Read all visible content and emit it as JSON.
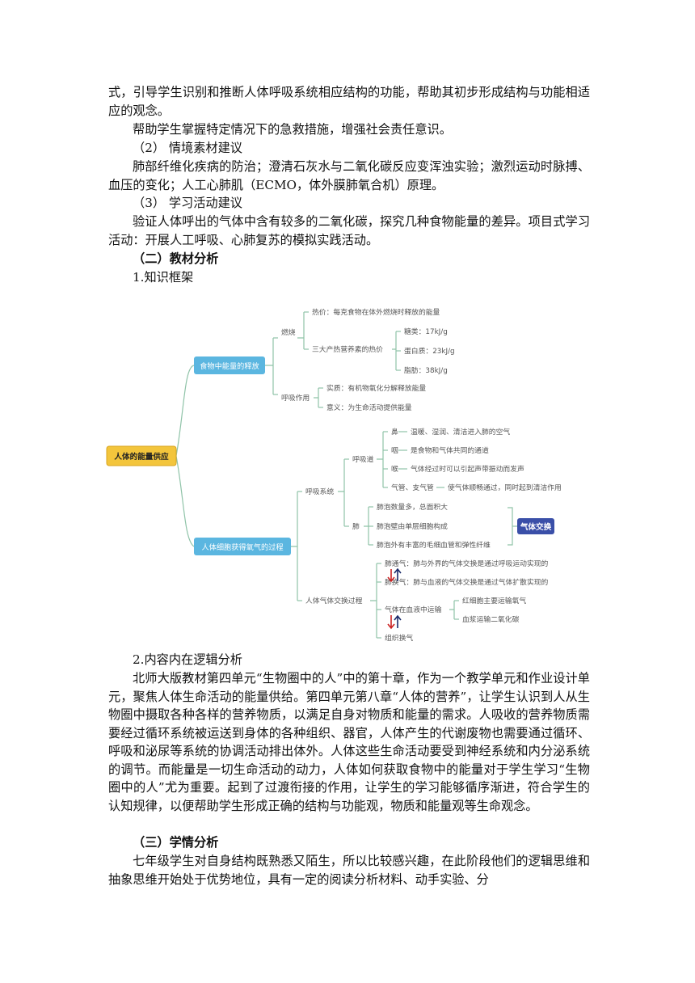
{
  "paragraphs_top": [
    "式，引导学生识别和推断人体呼吸系统相应结构的功能，帮助其初步形成结构与功能相适应的观念。",
    "帮助学生掌握特定情况下的急救措施，增强社会责任意识。",
    "（2） 情境素材建议",
    "肺部纤维化疾病的防治；澄清石灰水与二氧化碳反应变浑浊实验；激烈运动时脉搏、血压的变化；人工心肺肌（ECMO，体外膜肺氧合机）原理。",
    "（3） 学习活动建议",
    "验证人体呼出的气体中含有较多的二氧化碳，探究几种食物能量的差异。项目式学习活动：开展人工呼吸、心肺复苏的模拟实践活动。",
    "（二）教材分析",
    "1.知识框架"
  ],
  "mindmap": {
    "root": "人体的能量供应",
    "branch1": {
      "label": "食物中能量的释放",
      "burn": "燃烧",
      "heat_value": "热价：每克食物在体外燃烧时释放的能量",
      "three_nutrients": "三大产热营养素的热价",
      "sugar": "糖类：17kJ/g",
      "protein": "蛋白质：23kJ/g",
      "fat": "脂肪：38kJ/g",
      "respiration": "呼吸作用",
      "essence": "实质：有机物氧化分解释放能量",
      "meaning": "意义：为生命活动提供能量"
    },
    "branch2": {
      "label": "人体细胞获得氧气的过程",
      "resp_system": "呼吸系统",
      "resp_tract": "呼吸道",
      "nose": "鼻",
      "nose_desc": "温暖、湿润、清洁进入肺的空气",
      "pharynx": "咽",
      "pharynx_desc": "是食物和气体共同的通道",
      "larynx": "喉",
      "larynx_desc": "气体经过时可以引起声带振动而发声",
      "trachea": "气管、支气管",
      "trachea_desc": "使气体顺畅通过，同时起到清洁作用",
      "lung": "肺",
      "alv1": "肺泡数量多，总面积大",
      "alv2": "肺泡壁由单层细胞构成",
      "alv3": "肺泡外有丰富的毛细血管和弹性纤维",
      "gas_exchange": "气体交换",
      "exchange_process": "人体气体交换过程",
      "vent": "肺通气：肺与外界的气体交换是通过呼吸运动实现的",
      "lung_exchange": "肺换气：肺与血液的气体交换是通过气体扩散实现的",
      "blood_transport": "气体在血液中运输",
      "rbc": "红细胞主要运输氧气",
      "plasma": "血浆运输二氧化碳",
      "tissue": "组织换气"
    }
  },
  "section2": {
    "subheading": "2.内容内在逻辑分析",
    "body": "北师大版教材第四单元“生物圈中的人”中的第十章，作为一个教学单元和作业设计单元，聚焦人体生命活动的能量供给。第四单元第八章“人体的营养”，让学生认识到人从生物圈中摄取各种各样的营养物质，以满足自身对物质和能量的需求。人吸收的营养物质需要经过循环系统被运送到身体的各种组织、器官，人体产生的代谢废物也需要通过循环、呼吸和泌尿等系统的协调活动排出体外。人体这些生命活动要受到神经系统和内分泌系统的调节。而能量是一切生命活动的动力，人体如何获取食物中的能量对于学生学习“生物圈中的人”尤为重要。起到了过渡衔接的作用，让学生的学习能够循序渐进，符合学生的认知规律，以便帮助学生形成正确的结构与功能观，物质和能量观等生命观念。"
  },
  "section3": {
    "heading": "（三）学情分析",
    "body": "七年级学生对自身结构既熟悉又陌生，所以比较感兴趣，在此阶段他们的逻辑思维和抽象思维开始处于优势地位，具有一定的阅读分析材料、动手实验、分"
  },
  "colors": {
    "root_fill": "#f3c53c",
    "branch_fill": "#5bb6e0",
    "exchange_fill": "#3a4fa8",
    "line": "#8fc3a8",
    "arrow_down": "#cc2222",
    "arrow_up": "#1a2a6a"
  }
}
